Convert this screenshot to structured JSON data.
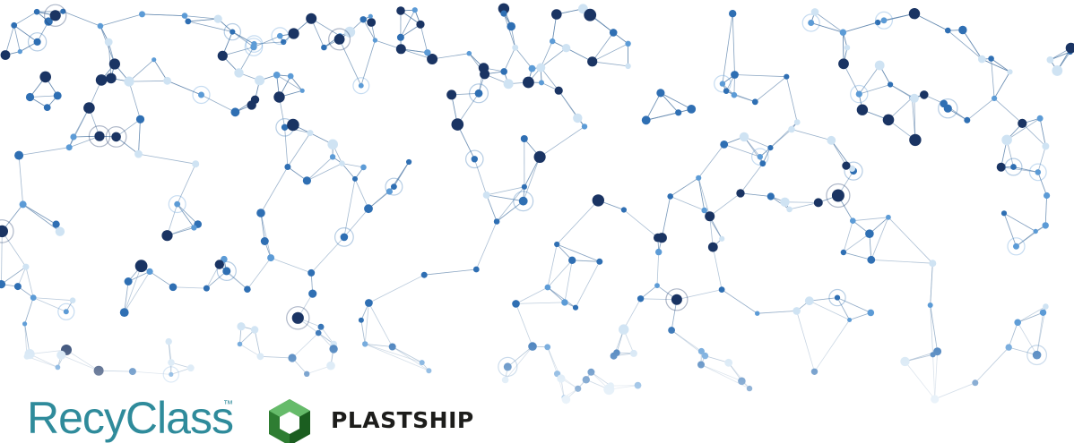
{
  "logos": {
    "recyclass": {
      "name": "RecyClass",
      "trademark": "™",
      "color": "#2f8b9b"
    },
    "plastship": {
      "name": "PLASTSHIP",
      "icon": "hexagon-cube-icon",
      "colors": [
        "#2e7d32",
        "#66bb6a",
        "#1b5e20"
      ]
    }
  },
  "background": {
    "icon": "network-nodes-illustration",
    "colors": {
      "dark_node": "#1a3463",
      "mid_node": "#2f6fb3",
      "light_node": "#5c9bd6",
      "faint_node": "#cfe3f3",
      "line": "#5f85ad"
    }
  }
}
